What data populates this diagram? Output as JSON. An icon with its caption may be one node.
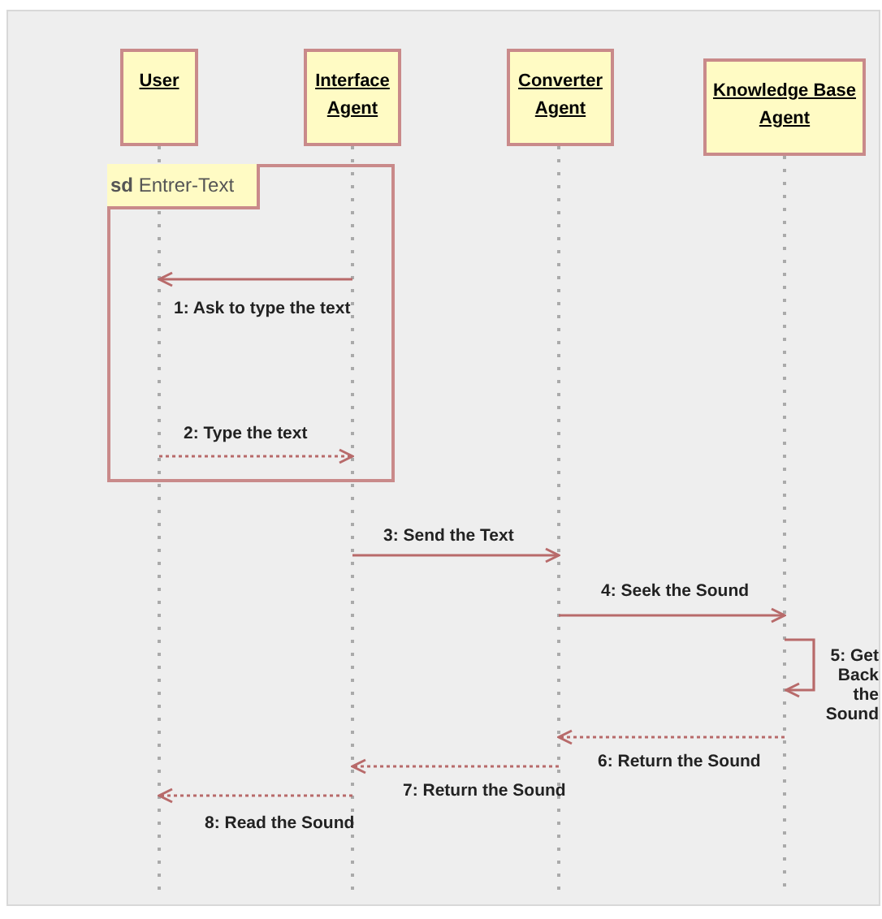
{
  "diagram": {
    "nodes": [
      {
        "text": [
          "User"
        ]
      },
      {
        "text": [
          "Interface Agent"
        ]
      },
      {
        "text": [
          "Converter Agent"
        ]
      },
      {
        "text": [
          "Knowledge Base Agent"
        ]
      },
      {
        "text": [
          "**sd** Entrer-Text"
        ]
      }
    ],
    "edges": [
      {
        "from": 1,
        "to": 0,
        "arrow": "to",
        "label": "1: Ask to type the text"
      },
      {
        "from": 0,
        "to": 1,
        "arrow": "to",
        "label": "2: Type the text",
        "style": "dashed"
      },
      {
        "from": 1,
        "to": 2,
        "arrow": "to",
        "label": "3: Send the Text"
      },
      {
        "from": 2,
        "to": 3,
        "arrow": "to",
        "label": "4: Seek the Sound"
      },
      {
        "from": 3,
        "to": 3,
        "arrow": "to",
        "label": "5: Get Back the Sound"
      },
      {
        "from": 3,
        "to": 2,
        "arrow": "to",
        "label": "6: Return the Sound",
        "style": "dashed"
      },
      {
        "from": 2,
        "to": 1,
        "arrow": "to",
        "label": "7: Return the Sound",
        "style": "dashed"
      },
      {
        "from": 1,
        "to": 0,
        "arrow": "to",
        "label": "8: Read the Sound",
        "style": "dashed"
      }
    ]
  }
}
